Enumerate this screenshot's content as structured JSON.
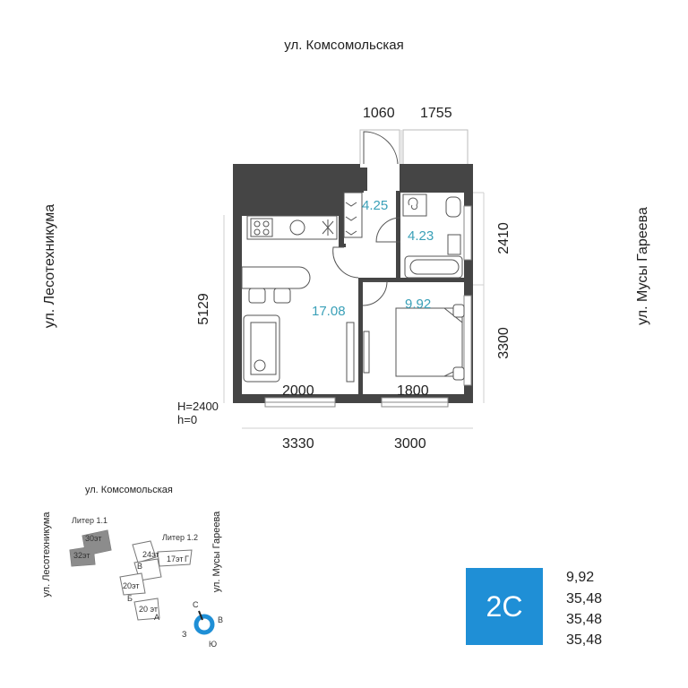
{
  "streets": {
    "top": "ул. Комсомольская",
    "left": "ул. Лесотехникума",
    "right": "ул. Мусы Гареева"
  },
  "dimensions": {
    "top_a": "1060",
    "top_b": "1755",
    "left_height": "5129",
    "right_upper": "2410",
    "right_lower": "3300",
    "bottom_left": "3330",
    "bottom_right": "3000",
    "inner_left": "2000",
    "inner_right": "1800",
    "ceiling_h": "H=2400",
    "floor_h": "h=0"
  },
  "rooms": {
    "hall": "4.25",
    "bath": "4.23",
    "living": "17.08",
    "bedroom": "9.92"
  },
  "site_plan": {
    "street_top": "ул. Комсомольская",
    "street_left": "ул. Лесотехникума",
    "street_right": "ул. Мусы Гареева",
    "liter_11": "Литер 1.1",
    "liter_12": "Литер 1.2",
    "floors_30": "30эт",
    "floors_32": "32эт",
    "floors_24": "24эт",
    "floors_17": "17эт",
    "floors_20a": "20эт",
    "floors_20b": "20 эт",
    "block_v": "В",
    "block_g": "Г",
    "block_b": "Б",
    "block_a": "А",
    "compass_n": "С",
    "compass_e": "В",
    "compass_w": "З",
    "compass_s": "Ю"
  },
  "badge": {
    "label": "2С",
    "color": "#1f8fd6"
  },
  "areas": [
    "9,92",
    "35,48",
    "35,48",
    "35,48"
  ]
}
